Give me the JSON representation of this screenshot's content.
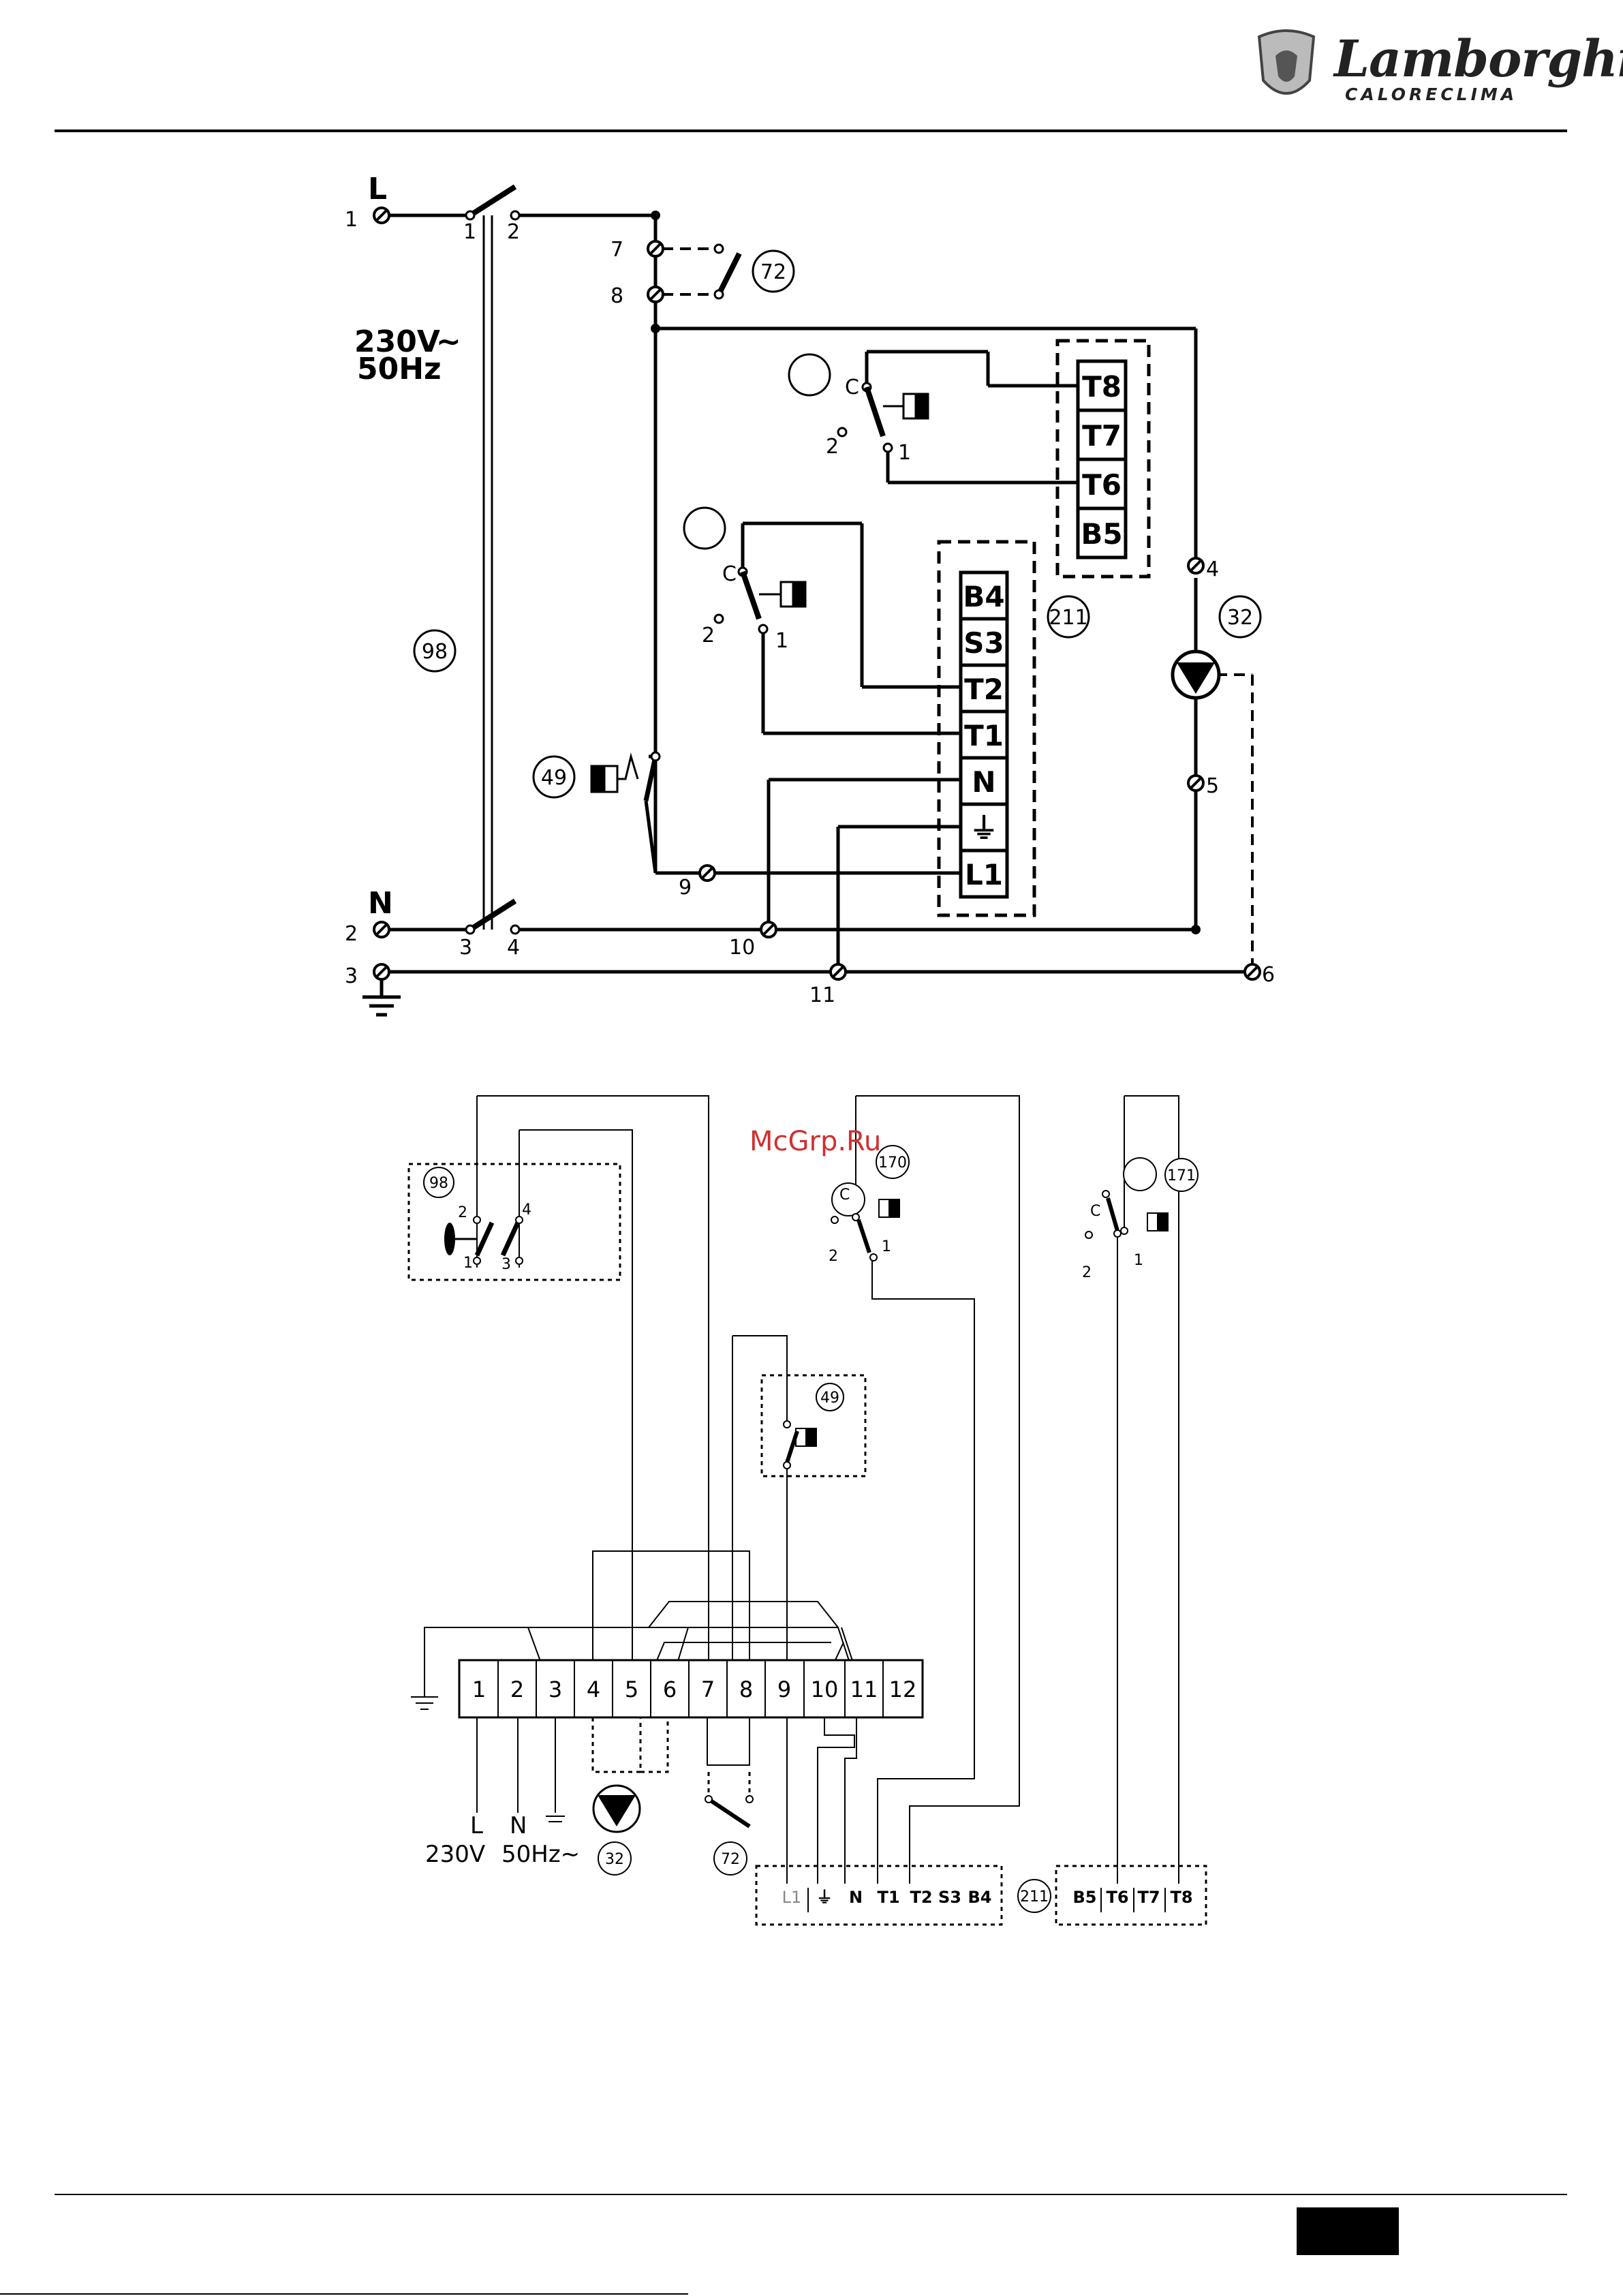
{
  "brand": {
    "name": "Lamborghini",
    "sub": "CALORECLIMA"
  },
  "watermark": "McGrp.Ru",
  "page_number": "",
  "schematic": {
    "line": "L",
    "neutral": "N",
    "voltage": "230V",
    "wave": "∼",
    "freq": "50Hz",
    "terminal_nums": [
      "1",
      "2",
      "3",
      "4",
      "5",
      "6",
      "7",
      "8",
      "9",
      "10",
      "11"
    ],
    "switch_contacts": [
      "1",
      "2",
      "3",
      "4"
    ],
    "refs": {
      "r72": "72",
      "r98": "98",
      "r49": "49",
      "r211": "211",
      "r32": "32"
    },
    "contact_c": "C",
    "contact_1": "1",
    "contact_2": "2",
    "board_211": [
      "B4",
      "S3",
      "T2",
      "T1",
      "N",
      "⏚",
      "L1"
    ],
    "board_right": [
      "T8",
      "T7",
      "T6",
      "B5"
    ]
  },
  "wiring": {
    "refs": {
      "r98": "98",
      "r170": "170",
      "r171": "171",
      "r49": "49",
      "r32": "32",
      "r72": "72",
      "r211": "211"
    },
    "strip": [
      "1",
      "2",
      "3",
      "4",
      "5",
      "6",
      "7",
      "8",
      "9",
      "10",
      "11",
      "12"
    ],
    "supply": {
      "l": "L",
      "n": "N",
      "volt": "230V",
      "freq": "50Hz∼"
    },
    "contacts": {
      "c": "C",
      "one": "1",
      "two": "2",
      "three": "3",
      "four": "4"
    },
    "board_211": [
      "L1",
      "⏚",
      "N",
      "T1",
      "T2",
      "S3",
      "B4"
    ],
    "board_right": [
      "B5",
      "T6",
      "T7",
      "T8"
    ]
  }
}
